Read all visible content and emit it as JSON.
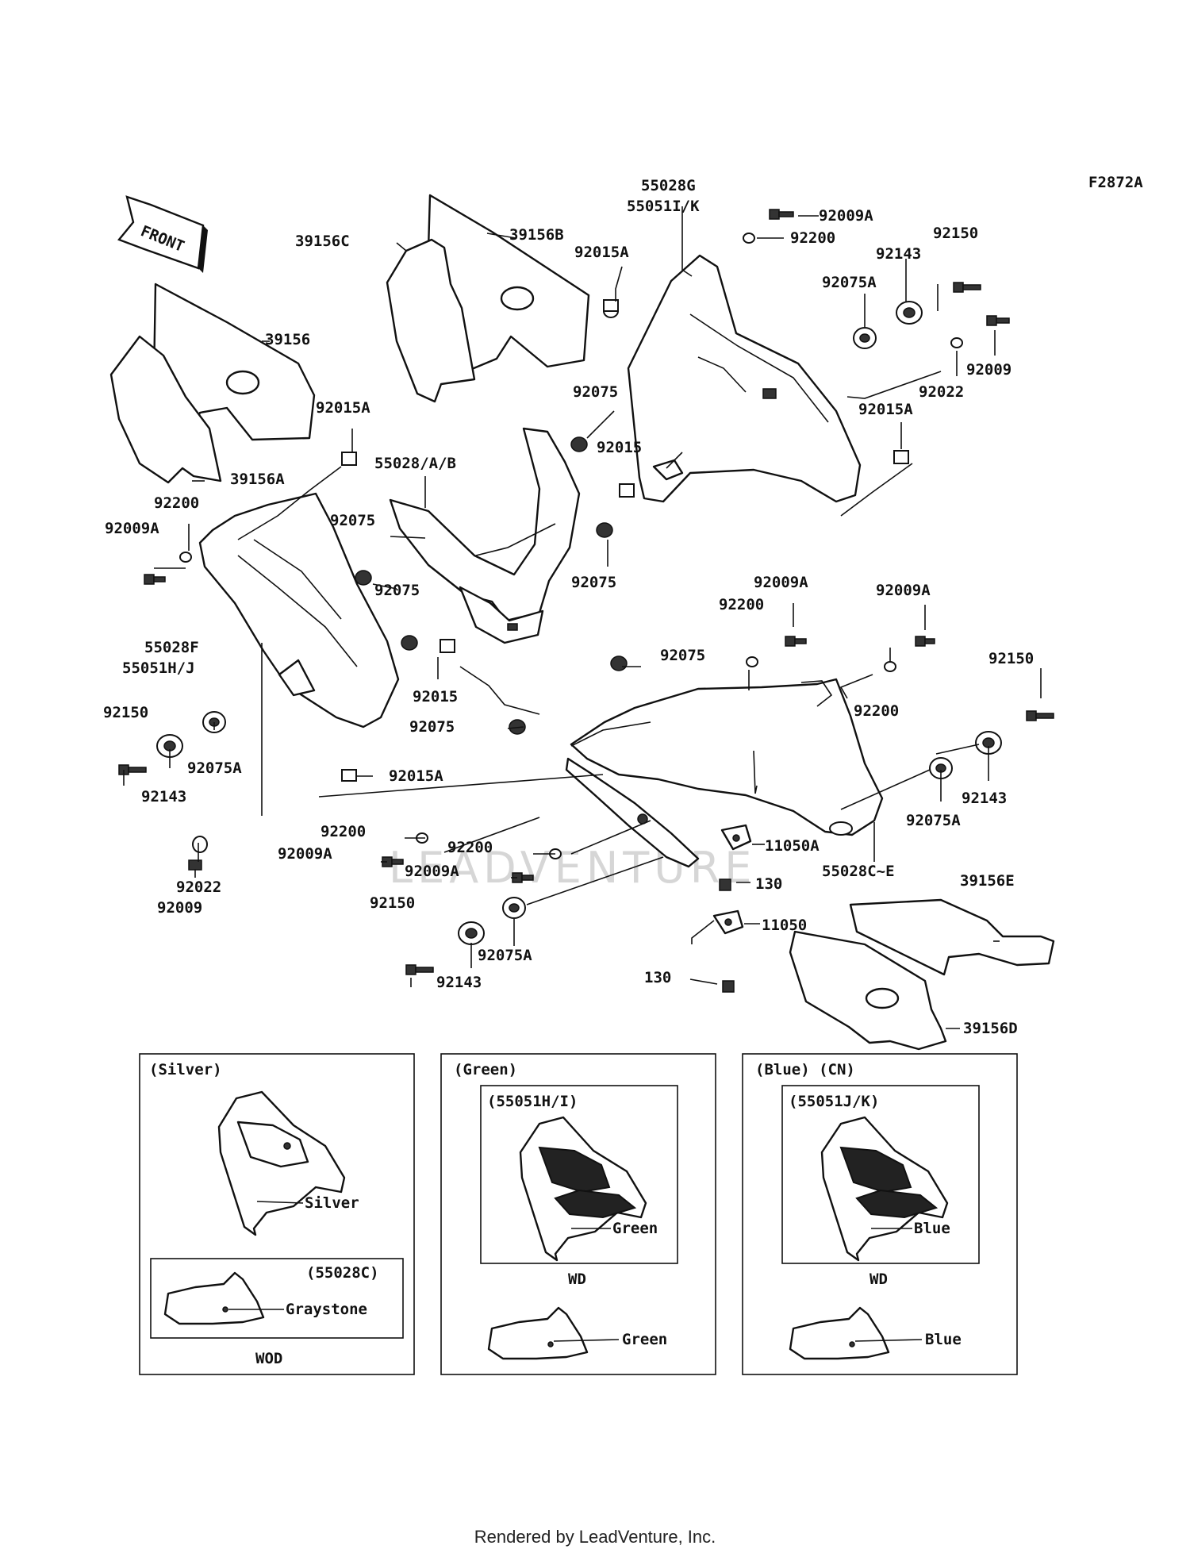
{
  "figure_code": "F2872A",
  "direction_label": "FRONT",
  "watermark": "LEADVENTURE",
  "footer": "Rendered by LeadVenture, Inc.",
  "callouts": {
    "c1": "39156B",
    "c2": "39156C",
    "c3": "39156",
    "c4": "39156A",
    "c5": "55028G",
    "c6": "55051I/K",
    "c7": "92009A",
    "c8": "92200",
    "c9": "92015A",
    "c10": "92150",
    "c11": "92143",
    "c12": "92075A",
    "c13": "92009",
    "c14": "92022",
    "c15": "92075",
    "c16": "92015",
    "c17": "92015A",
    "c18": "92015A",
    "c19": "55028/A/B",
    "c20": "92200",
    "c21": "92009A",
    "c22": "92075",
    "c23": "92075",
    "c24": "92075",
    "c25": "55028F",
    "c26": "55051H/J",
    "c27": "92015",
    "c28": "92009A",
    "c29": "92200",
    "c30": "92009A",
    "c31": "92075",
    "c32": "92150",
    "c33": "92075",
    "c34": "92200",
    "c35": "92150",
    "c36": "92075A",
    "c37": "92143",
    "c38": "92015A",
    "c39": "92143",
    "c40": "92075A",
    "c41": "92200",
    "c42": "92009A",
    "c43": "92200",
    "c44": "92009A",
    "c45": "11050A",
    "c46": "92022",
    "c47": "92009",
    "c48": "130",
    "c49": "55028C~E",
    "c50": "92150",
    "c51": "92143",
    "c52": "92075A",
    "c53": "11050",
    "c54": "39156E",
    "c55": "130",
    "c56": "39156D"
  },
  "variants": {
    "silver": {
      "title": "(Silver)",
      "color_label": "Silver",
      "sub_box_title": "(55028C)",
      "sub_color": "Graystone",
      "code": "WOD"
    },
    "green": {
      "title": "(Green)",
      "sub_box_title": "(55051H/I)",
      "color_label": "Green",
      "code": "WD",
      "lower_color": "Green"
    },
    "blue": {
      "title": "(Blue)  (CN)",
      "sub_box_title": "(55051J/K)",
      "color_label": "Blue",
      "code": "WD",
      "lower_color": "Blue"
    }
  }
}
